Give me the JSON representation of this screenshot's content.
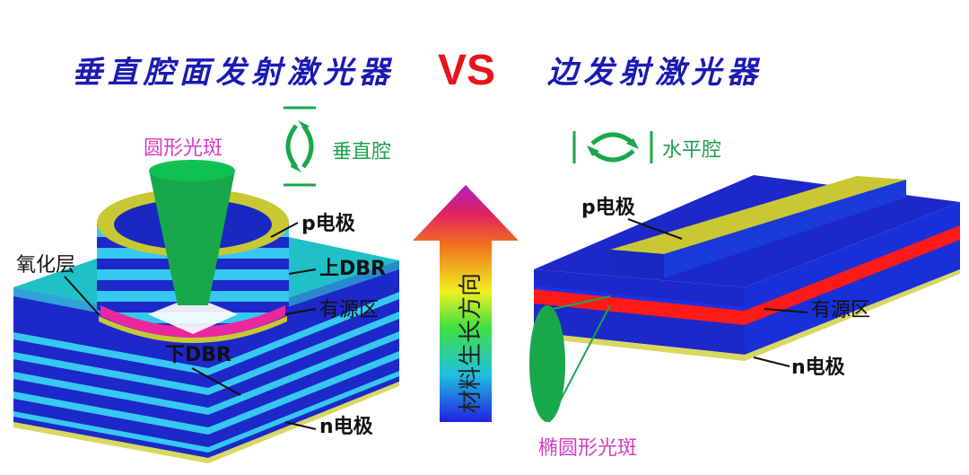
{
  "titles": {
    "left": "垂直腔面发射激光器",
    "vs": "VS",
    "right": "边发射激光器"
  },
  "left_device": {
    "round_spot": "圆形光斑",
    "cavity": "垂直腔",
    "p_electrode": "p电极",
    "oxide_layer": "氧化层",
    "upper_dbr": "上DBR",
    "active_region": "有源区",
    "lower_dbr": "下DBR",
    "n_electrode": "n电极"
  },
  "center_arrow": {
    "text": "材料生长方向"
  },
  "right_device": {
    "cavity": "水平腔",
    "p_electrode": "p电极",
    "active_region": "有源区",
    "n_electrode": "n电极",
    "elliptical_spot": "椭圆形光斑"
  },
  "colors": {
    "title": "#1a1ab4",
    "vs": "#e8141c",
    "dbr_blue": "#1c28c8",
    "dbr_light": "#36c8f0",
    "substrate_top": "#1fc0c8",
    "electrode": "#c8c834",
    "active": "#ff1a1a",
    "beam": "#18a84a",
    "spot_label": "#d43cc0"
  }
}
